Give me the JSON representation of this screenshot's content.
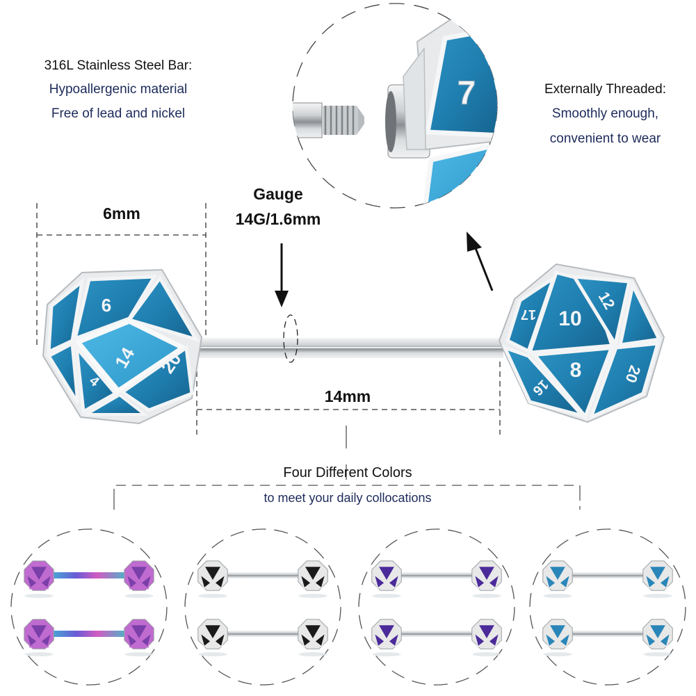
{
  "material_callout": {
    "title": "316L Stainless Steel Bar:",
    "lines": [
      "Hypoallergenic material",
      "Free of lead and nickel"
    ]
  },
  "thread_callout": {
    "title": "Externally Threaded:",
    "lines": [
      "Smoothly enough,",
      "convenient to wear"
    ]
  },
  "gauge_callout": {
    "title": "Gauge",
    "value": "14G/1.6mm"
  },
  "dimensions": {
    "ball_size": "6mm",
    "bar_length": "14mm"
  },
  "main_product": {
    "left_die_numbers": [
      "6",
      "14",
      "20",
      "4"
    ],
    "right_die_numbers": [
      "10",
      "12",
      "8",
      "17",
      "20",
      "16"
    ],
    "zoom_die_number": "7",
    "enamel_color": "#1f7fb0",
    "metal_color": "#e6e8ea"
  },
  "colors_section": {
    "title": "Four Different Colors",
    "subtitle": "to meet your daily collocations",
    "variants": [
      {
        "name": "rainbow",
        "enamel": "#7a3fa8",
        "bar": "#5fb3d9",
        "frame": "#c06bd0"
      },
      {
        "name": "black",
        "enamel": "#1a1a1a",
        "bar": "#bfc3c6",
        "frame": "#e8e8e8"
      },
      {
        "name": "purple",
        "enamel": "#4b2a9a",
        "bar": "#bfc3c6",
        "frame": "#e8e8e8"
      },
      {
        "name": "blue",
        "enamel": "#2a86b8",
        "bar": "#bfc3c6",
        "frame": "#e8e8e8"
      }
    ]
  },
  "colors": {
    "heading_text": "#111111",
    "sub_text": "#1c2a5a",
    "dash_line": "#555555"
  }
}
